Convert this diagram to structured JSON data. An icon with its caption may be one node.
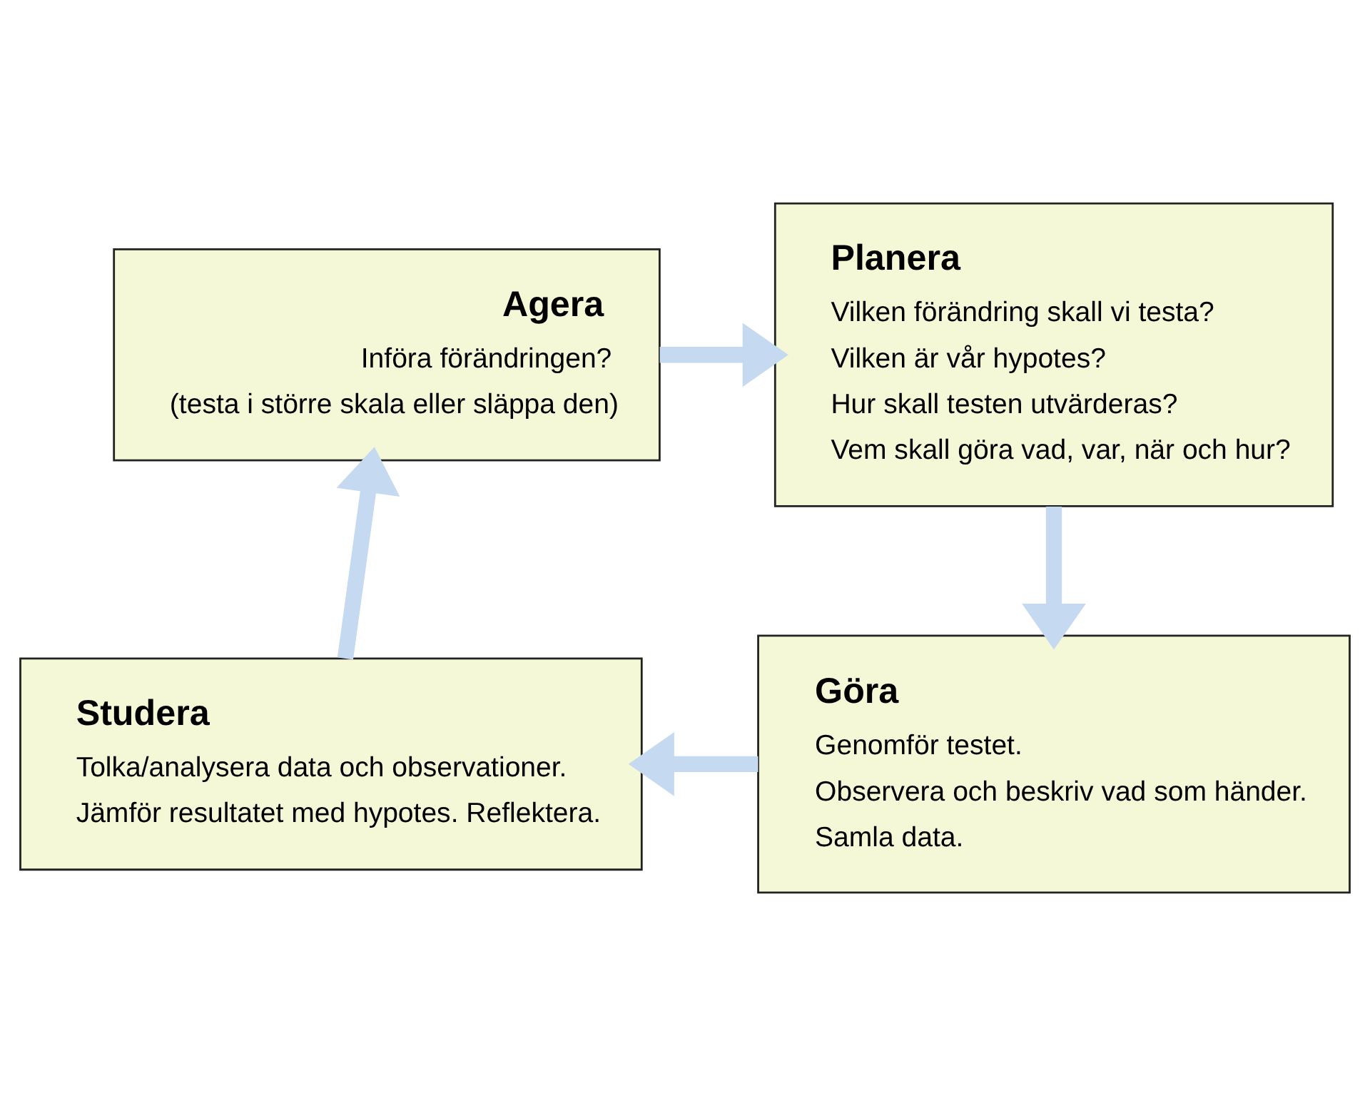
{
  "diagram": {
    "nodes": [
      {
        "text": [
          "Agera",
          "Införa förändringen?",
          "(testa i större skala eller släppa den)"
        ]
      },
      {
        "text": [
          "Planera",
          "Vilken förändring skall vi testa?",
          "Vilken är vår hypotes?",
          "Hur skall testen utvärderas?",
          "Vem skall göra vad, var, när och hur?"
        ]
      },
      {
        "text": [
          "Studera",
          "Tolka/analysera data och observationer.",
          "Jämför resultatet med hypotes. Reflektera."
        ]
      },
      {
        "text": [
          "Göra",
          "Genomför testet.",
          "Observera och beskriv vad som händer.",
          "Samla data."
        ]
      }
    ],
    "edges": [
      {
        "from": 0,
        "to": 1,
        "arrow": "to"
      },
      {
        "from": 1,
        "to": 3,
        "arrow": "to"
      },
      {
        "from": 3,
        "to": 2,
        "arrow": "to"
      },
      {
        "from": 2,
        "to": 0,
        "arrow": "to"
      }
    ]
  }
}
